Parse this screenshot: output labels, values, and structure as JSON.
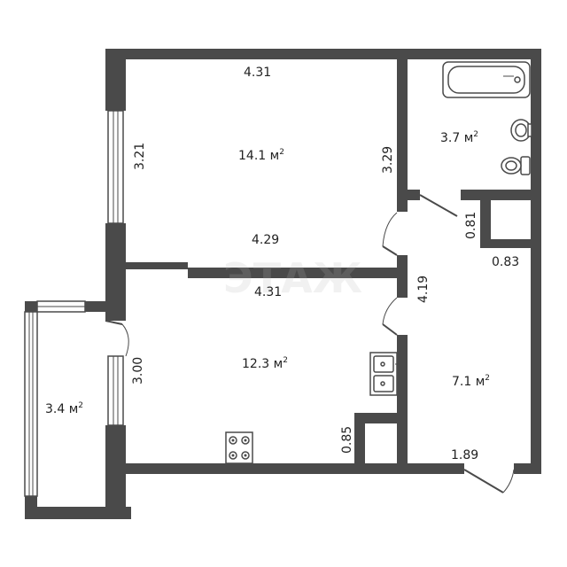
{
  "dimensions": {
    "room1_top": "4.31",
    "room1_left": "3.21",
    "room1_right": "3.29",
    "room1_bottom": "4.29",
    "room2_top": "4.31",
    "room2_left": "3.00",
    "room2_small": "0.85",
    "hall_height": "4.19",
    "hall_bottom": "1.89",
    "closet_height": "0.81",
    "closet_width": "0.83"
  },
  "areas": {
    "room1": {
      "value": "14.1 м",
      "sup": "2"
    },
    "bathroom": {
      "value": "3.7 м",
      "sup": "2"
    },
    "room2": {
      "value": "12.3 м",
      "sup": "2"
    },
    "hall": {
      "value": "7.1 м",
      "sup": "2"
    },
    "balcony": {
      "value": "3.4 м",
      "sup": "2"
    }
  },
  "watermark": {
    "text": "ЭТАЖ"
  },
  "colors": {
    "wall": "#4a4a4a",
    "background": "#ffffff",
    "text": "#222222"
  }
}
